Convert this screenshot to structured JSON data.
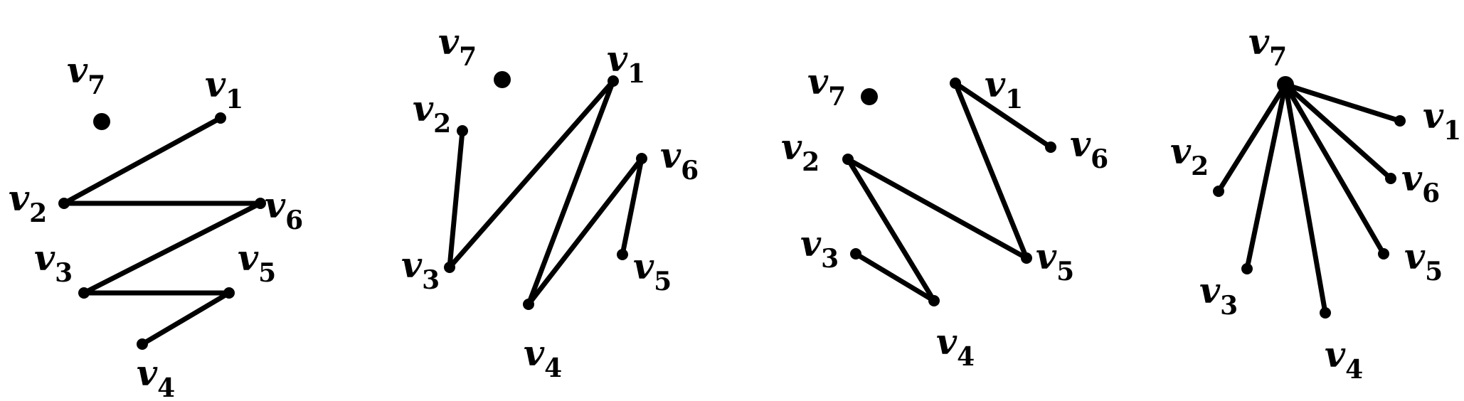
{
  "graphs": [
    {
      "vertices": [
        {
          "id": "v1",
          "base": "v",
          "sub": "1"
        },
        {
          "id": "v2",
          "base": "v",
          "sub": "2"
        },
        {
          "id": "v3",
          "base": "v",
          "sub": "3"
        },
        {
          "id": "v4",
          "base": "v",
          "sub": "4"
        },
        {
          "id": "v5",
          "base": "v",
          "sub": "5"
        },
        {
          "id": "v6",
          "base": "v",
          "sub": "6"
        },
        {
          "id": "v7",
          "base": "v",
          "sub": "7"
        }
      ],
      "edges": [
        [
          "v1",
          "v2"
        ],
        [
          "v2",
          "v6"
        ],
        [
          "v6",
          "v3"
        ],
        [
          "v3",
          "v5"
        ],
        [
          "v5",
          "v4"
        ]
      ]
    },
    {
      "vertices": [
        {
          "id": "v1",
          "base": "v",
          "sub": "1"
        },
        {
          "id": "v2",
          "base": "v",
          "sub": "2"
        },
        {
          "id": "v3",
          "base": "v",
          "sub": "3"
        },
        {
          "id": "v4",
          "base": "v",
          "sub": "4"
        },
        {
          "id": "v5",
          "base": "v",
          "sub": "5"
        },
        {
          "id": "v6",
          "base": "v",
          "sub": "6"
        },
        {
          "id": "v7",
          "base": "v",
          "sub": "7"
        }
      ],
      "edges": [
        [
          "v2",
          "v3"
        ],
        [
          "v3",
          "v1"
        ],
        [
          "v1",
          "v4"
        ],
        [
          "v4",
          "v6"
        ],
        [
          "v6",
          "v5"
        ]
      ]
    },
    {
      "vertices": [
        {
          "id": "v1",
          "base": "v",
          "sub": "1"
        },
        {
          "id": "v2",
          "base": "v",
          "sub": "2"
        },
        {
          "id": "v3",
          "base": "v",
          "sub": "3"
        },
        {
          "id": "v4",
          "base": "v",
          "sub": "4"
        },
        {
          "id": "v5",
          "base": "v",
          "sub": "5"
        },
        {
          "id": "v6",
          "base": "v",
          "sub": "6"
        },
        {
          "id": "v7",
          "base": "v",
          "sub": "7"
        }
      ],
      "edges": [
        [
          "v3",
          "v4"
        ],
        [
          "v4",
          "v2"
        ],
        [
          "v2",
          "v5"
        ],
        [
          "v5",
          "v1"
        ],
        [
          "v1",
          "v6"
        ]
      ]
    },
    {
      "vertices": [
        {
          "id": "v1",
          "base": "v",
          "sub": "1"
        },
        {
          "id": "v2",
          "base": "v",
          "sub": "2"
        },
        {
          "id": "v3",
          "base": "v",
          "sub": "3"
        },
        {
          "id": "v4",
          "base": "v",
          "sub": "4"
        },
        {
          "id": "v5",
          "base": "v",
          "sub": "5"
        },
        {
          "id": "v6",
          "base": "v",
          "sub": "6"
        },
        {
          "id": "v7",
          "base": "v",
          "sub": "7"
        }
      ],
      "edges": [
        [
          "v7",
          "v1"
        ],
        [
          "v7",
          "v2"
        ],
        [
          "v7",
          "v3"
        ],
        [
          "v7",
          "v4"
        ],
        [
          "v7",
          "v5"
        ],
        [
          "v7",
          "v6"
        ]
      ]
    }
  ]
}
